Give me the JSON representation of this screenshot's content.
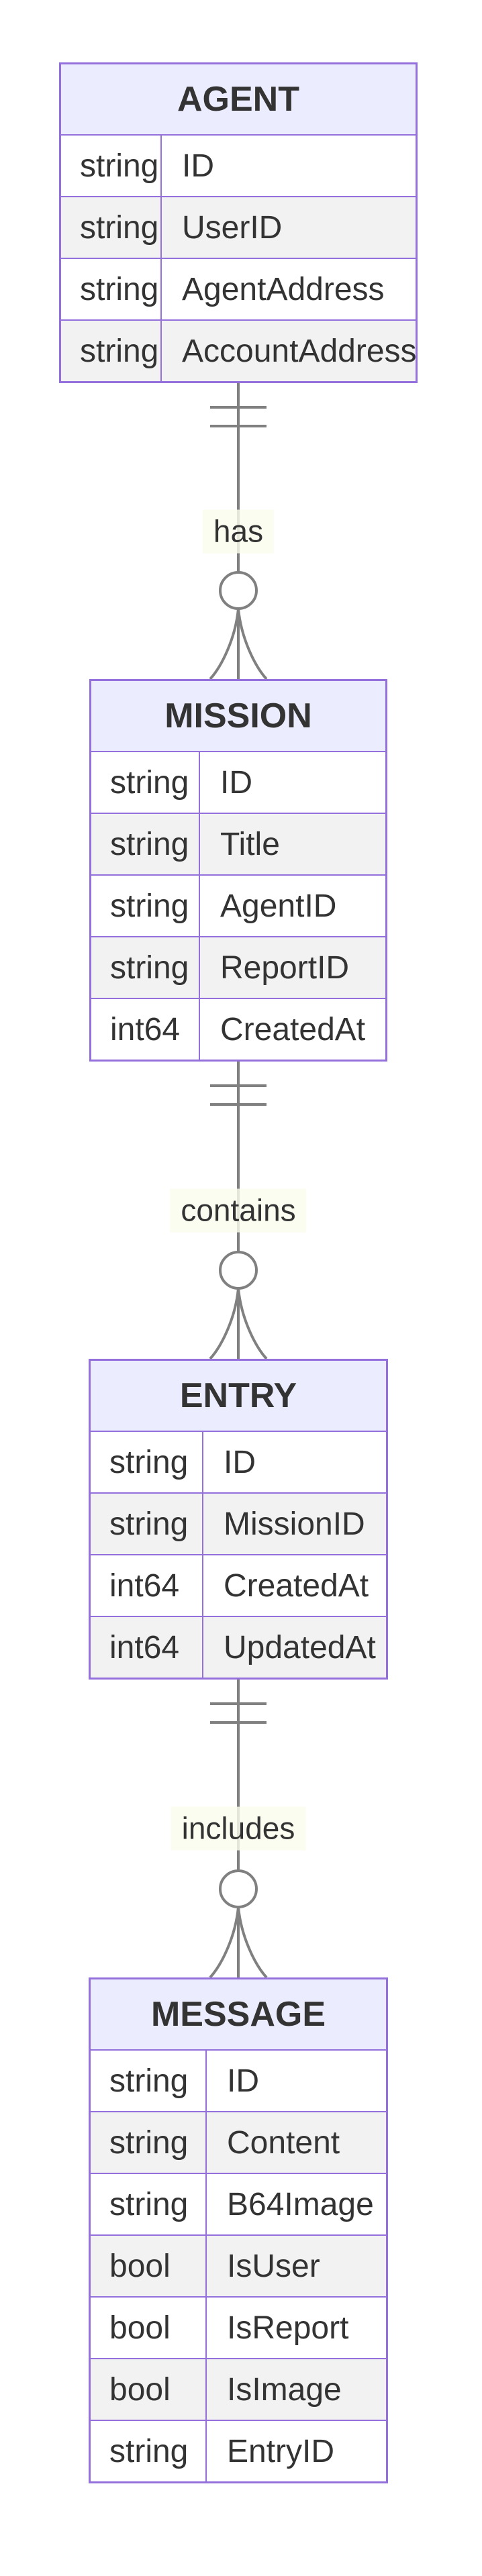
{
  "diagram": {
    "title": "entity-relationship-diagram",
    "entities": [
      {
        "name": "AGENT",
        "attributes": [
          {
            "type": "string",
            "name": "ID"
          },
          {
            "type": "string",
            "name": "UserID"
          },
          {
            "type": "string",
            "name": "AgentAddress"
          },
          {
            "type": "string",
            "name": "AccountAddress"
          }
        ]
      },
      {
        "name": "MISSION",
        "attributes": [
          {
            "type": "string",
            "name": "ID"
          },
          {
            "type": "string",
            "name": "Title"
          },
          {
            "type": "string",
            "name": "AgentID"
          },
          {
            "type": "string",
            "name": "ReportID"
          },
          {
            "type": "int64",
            "name": "CreatedAt"
          }
        ]
      },
      {
        "name": "ENTRY",
        "attributes": [
          {
            "type": "string",
            "name": "ID"
          },
          {
            "type": "string",
            "name": "MissionID"
          },
          {
            "type": "int64",
            "name": "CreatedAt"
          },
          {
            "type": "int64",
            "name": "UpdatedAt"
          }
        ]
      },
      {
        "name": "MESSAGE",
        "attributes": [
          {
            "type": "string",
            "name": "ID"
          },
          {
            "type": "string",
            "name": "Content"
          },
          {
            "type": "string",
            "name": "B64Image"
          },
          {
            "type": "bool",
            "name": "IsUser"
          },
          {
            "type": "bool",
            "name": "IsReport"
          },
          {
            "type": "bool",
            "name": "IsImage"
          },
          {
            "type": "string",
            "name": "EntryID"
          }
        ]
      }
    ],
    "relationships": [
      {
        "from": "AGENT",
        "to": "MISSION",
        "label": "has",
        "from_cardinality": "exactly one",
        "to_cardinality": "zero or more"
      },
      {
        "from": "MISSION",
        "to": "ENTRY",
        "label": "contains",
        "from_cardinality": "exactly one",
        "to_cardinality": "zero or more"
      },
      {
        "from": "ENTRY",
        "to": "MESSAGE",
        "label": "includes",
        "from_cardinality": "exactly one",
        "to_cardinality": "zero or more"
      }
    ],
    "colors": {
      "entity_border": "#9370DB",
      "header_fill": "#ECECFF",
      "row_odd_fill": "#ffffff",
      "row_even_fill": "#f2f2f2",
      "relationship_line": "#808080",
      "label_background": "#f9fcec",
      "text": "#333333"
    }
  }
}
